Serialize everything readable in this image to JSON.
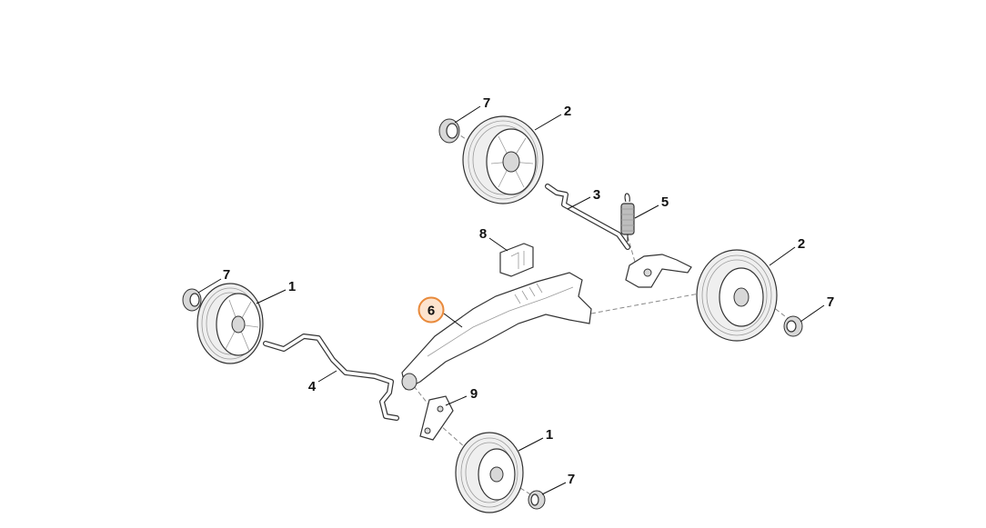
{
  "callouts": [
    {
      "id": "c7a",
      "label": "7"
    },
    {
      "id": "c2a",
      "label": "2"
    },
    {
      "id": "c3",
      "label": "3"
    },
    {
      "id": "c5",
      "label": "5"
    },
    {
      "id": "c8",
      "label": "8"
    },
    {
      "id": "c2b",
      "label": "2"
    },
    {
      "id": "c7b",
      "label": "7"
    },
    {
      "id": "c1a",
      "label": "1"
    },
    {
      "id": "c7c",
      "label": "7"
    },
    {
      "id": "c6",
      "label": "6",
      "highlighted": true
    },
    {
      "id": "c4",
      "label": "4"
    },
    {
      "id": "c9",
      "label": "9"
    },
    {
      "id": "c1b",
      "label": "1"
    },
    {
      "id": "c7d",
      "label": "7"
    }
  ],
  "colors": {
    "highlight_stroke": "#e8893a",
    "highlight_fill": "#fde4cf",
    "line": "#111111"
  }
}
